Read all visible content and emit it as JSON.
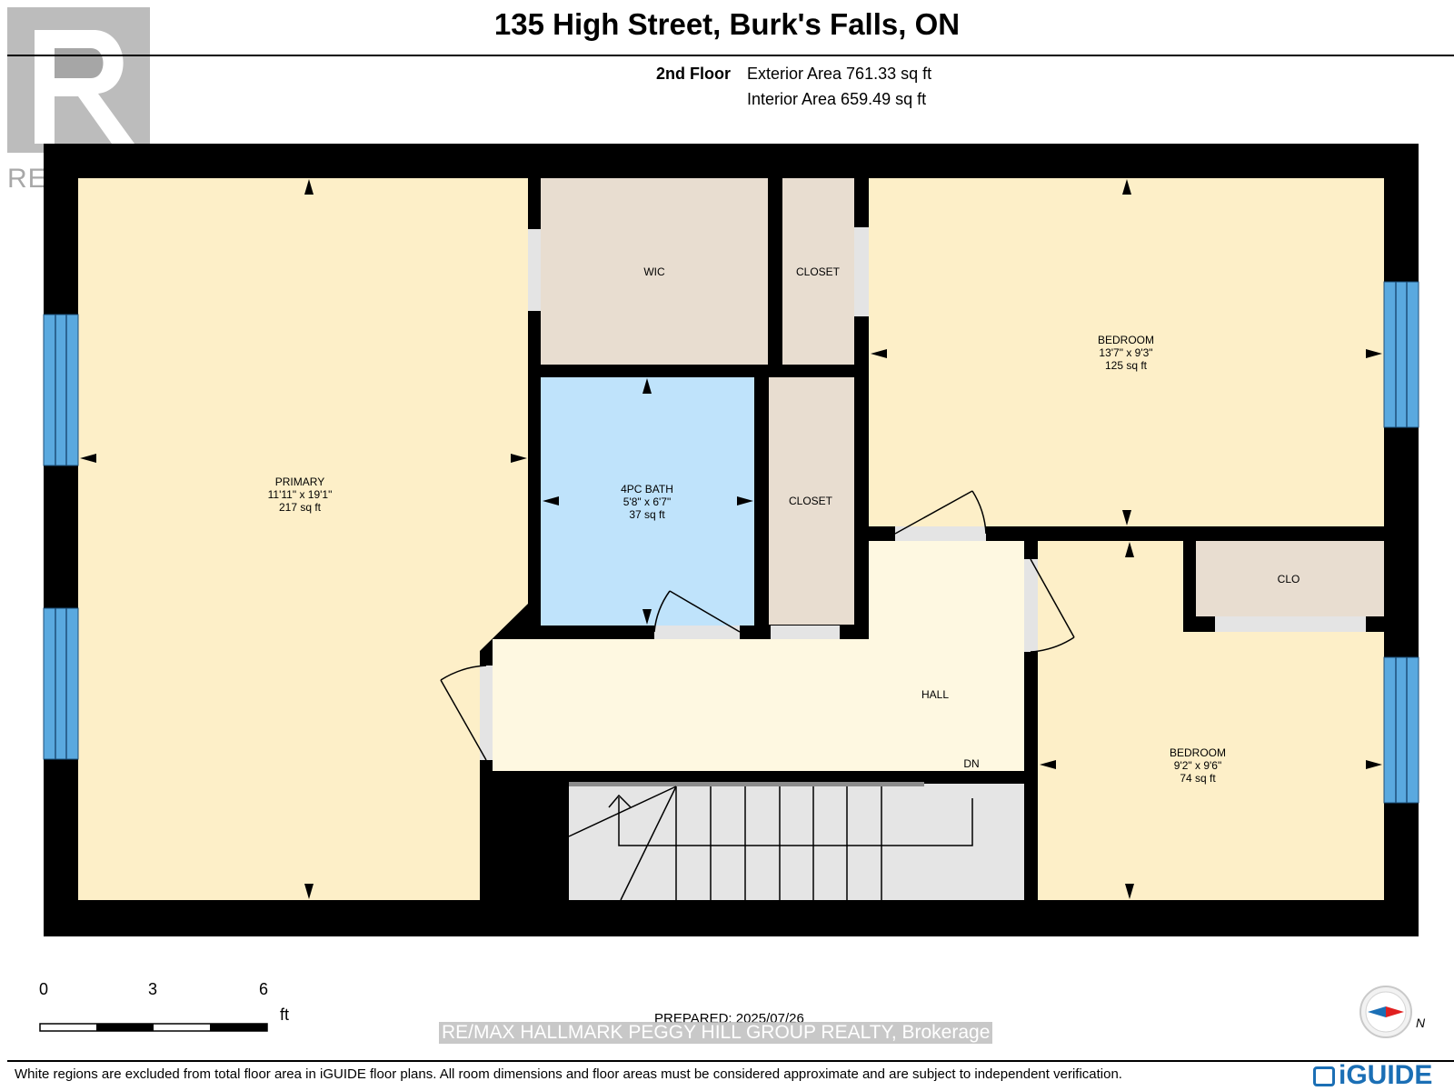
{
  "header": {
    "title": "135 High Street, Burk's Falls, ON",
    "floor": "2nd Floor",
    "exterior_area": "Exterior Area 761.33 sq ft",
    "interior_area": "Interior Area 659.49 sq ft"
  },
  "rooms": {
    "primary": {
      "name": "PRIMARY",
      "dims": "11'11\" x 19'1\"",
      "area": "217 sq ft"
    },
    "wic": {
      "name": "WIC"
    },
    "closet_top": {
      "name": "CLOSET"
    },
    "bedroom_1": {
      "name": "BEDROOM",
      "dims": "13'7\" x 9'3\"",
      "area": "125 sq ft"
    },
    "bath": {
      "name": "4PC BATH",
      "dims": "5'8\" x 6'7\"",
      "area": "37 sq ft"
    },
    "closet_mid": {
      "name": "CLOSET"
    },
    "clo": {
      "name": "CLO"
    },
    "hall": {
      "name": "HALL"
    },
    "stairs": {
      "name": "DN"
    },
    "bedroom_2": {
      "name": "BEDROOM",
      "dims": "9'2\" x 9'6\"",
      "area": "74 sq ft"
    }
  },
  "colors": {
    "bedroom_fill": "#fdefc8",
    "hall_fill": "#fef8e1",
    "closet_fill": "#e8ddd0",
    "bath_fill": "#bfe3fb",
    "stairs_fill": "#e5e5e5",
    "wall": "#000000",
    "window": "#5aa9df",
    "brand": "#1b6fb5"
  },
  "scale": {
    "ticks": [
      "0",
      "3",
      "6"
    ],
    "unit": "ft"
  },
  "footer": {
    "prepared": "PREPARED: 2025/07/26",
    "brokerage": "RE/MAX HALLMARK PEGGY HILL GROUP REALTY, Brokerage",
    "disclaimer": "White regions are excluded from total floor area in iGUIDE floor plans. All room dimensions and floor areas must be considered approximate and are subject to independent verification.",
    "brand": "iGUIDE",
    "compass": "N",
    "watermark": "REALTOR®"
  }
}
